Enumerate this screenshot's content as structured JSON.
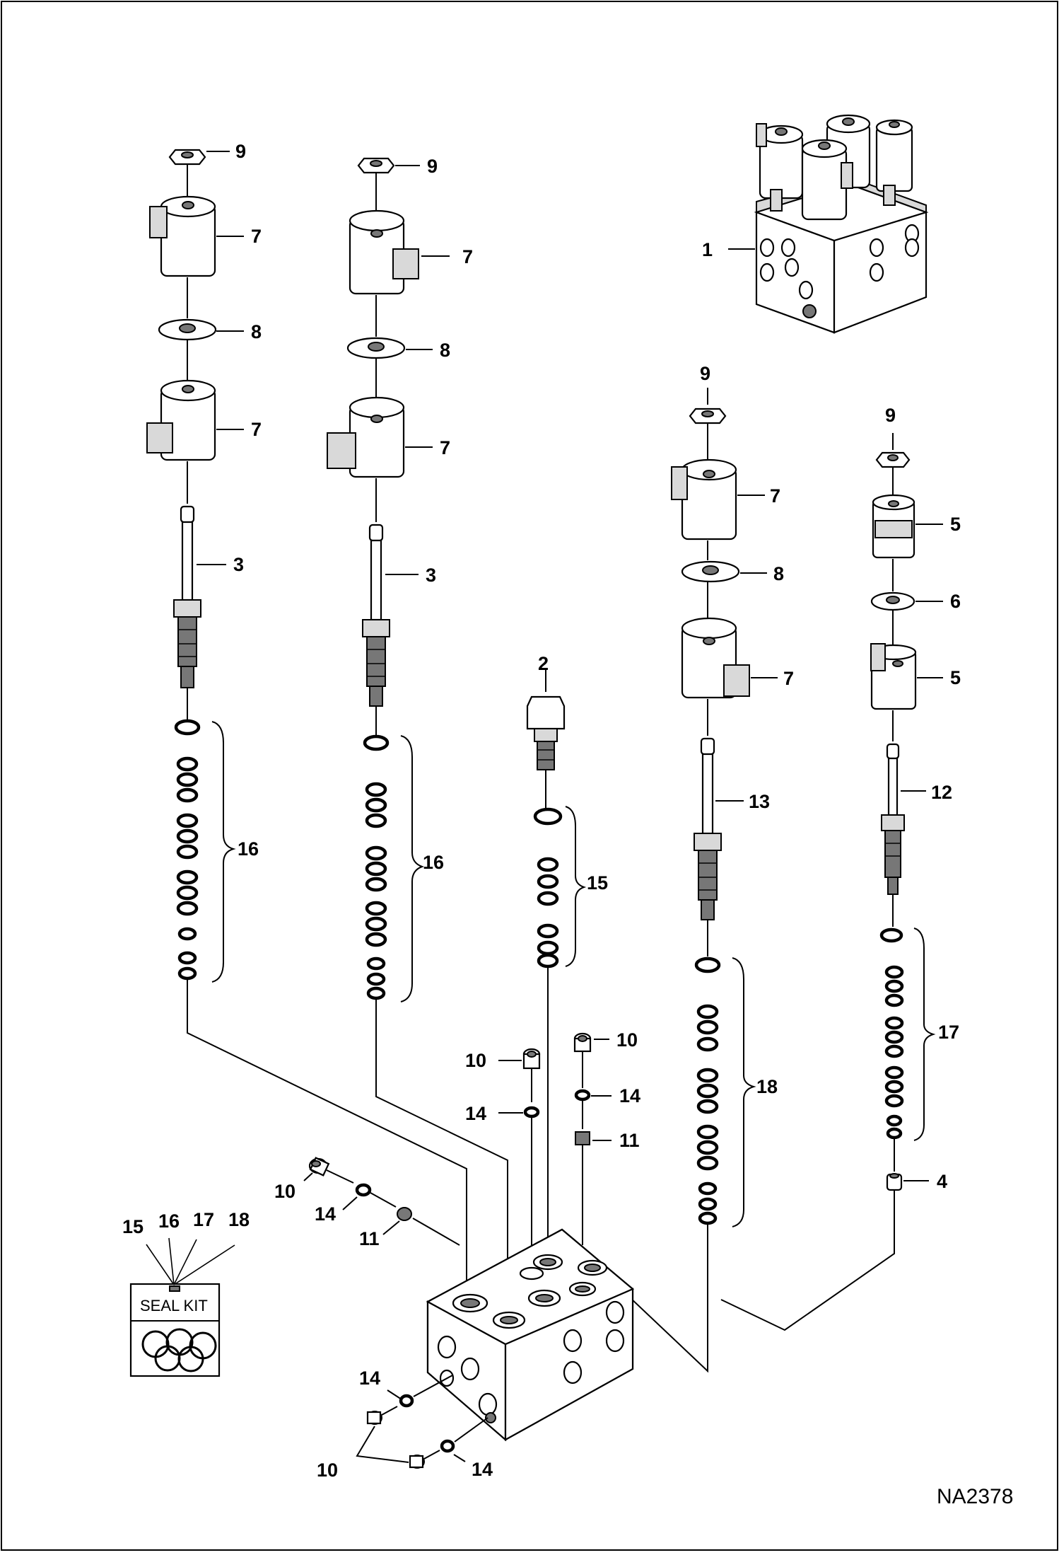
{
  "figure_id": "NA2378",
  "seal_kit": {
    "label": "SEAL KIT",
    "callouts": [
      "15",
      "16",
      "17",
      "18"
    ]
  },
  "callouts": {
    "c1": "1",
    "c2": "2",
    "c3a": "3",
    "c3b": "3",
    "c4": "4",
    "c5a": "5",
    "c5b": "5",
    "c6": "6",
    "c7a": "7",
    "c7b": "7",
    "c7c": "7",
    "c7d": "7",
    "c7e": "7",
    "c7f": "7",
    "c8a": "8",
    "c8b": "8",
    "c8c": "8",
    "c9a": "9",
    "c9b": "9",
    "c9c": "9",
    "c9d": "9",
    "c10a": "10",
    "c10b": "10",
    "c10c": "10",
    "c10d": "10",
    "c11a": "11",
    "c11b": "11",
    "c12": "12",
    "c13": "13",
    "c14a": "14",
    "c14b": "14",
    "c14c": "14",
    "c14d": "14",
    "c14e": "14",
    "c15": "15",
    "c16a": "16",
    "c16b": "16",
    "c17": "17",
    "c18": "18"
  }
}
